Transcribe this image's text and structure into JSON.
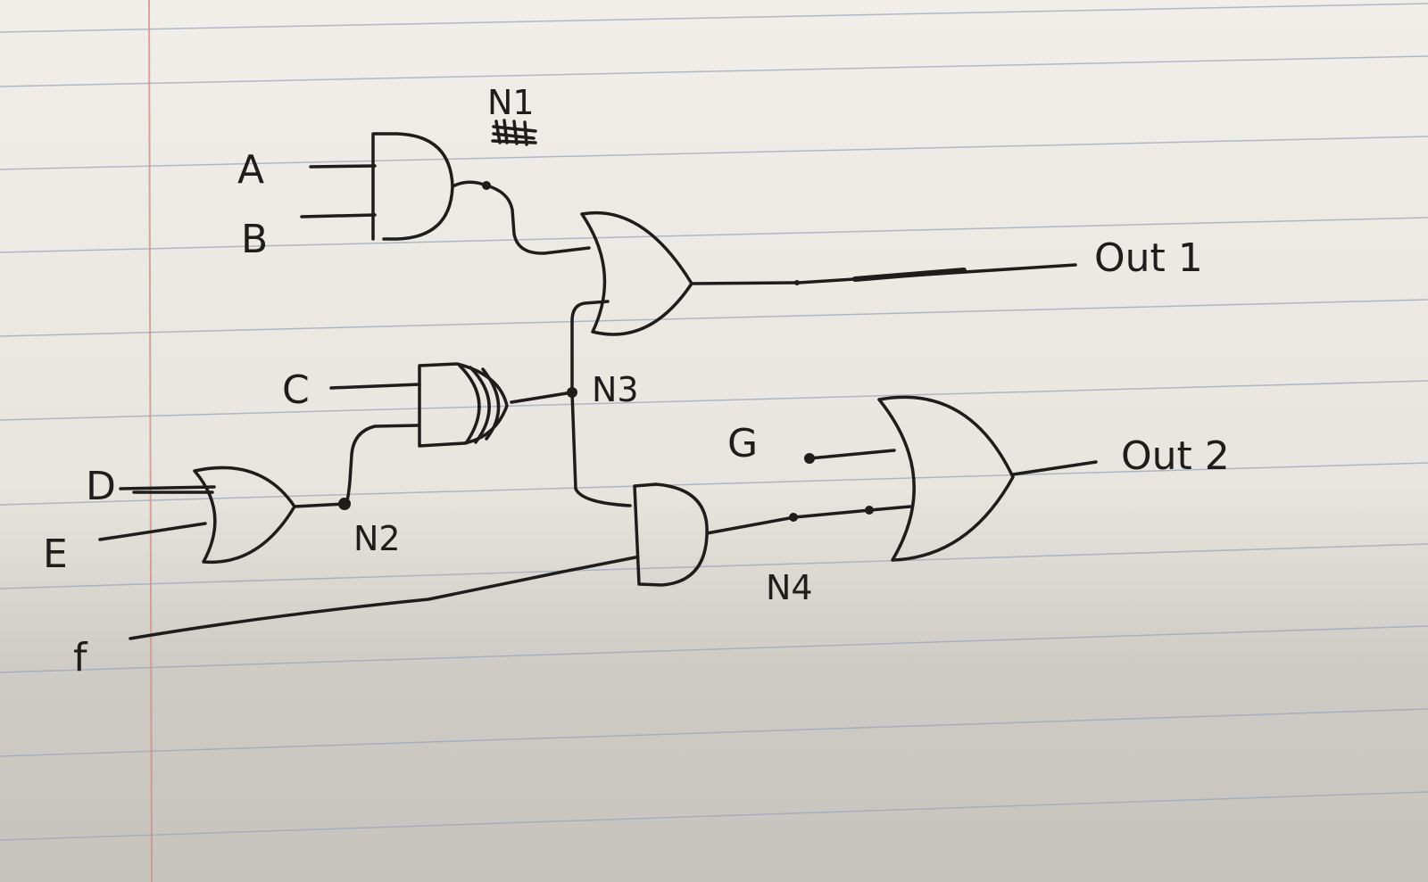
{
  "inputs": {
    "a": "A",
    "b": "B",
    "c": "C",
    "d": "D",
    "e": "E",
    "f": "f",
    "g": "G"
  },
  "nodes": {
    "n1": "N1",
    "n2": "N2",
    "n3": "N3",
    "n4": "N4"
  },
  "outputs": {
    "out1": "Out 1",
    "out2": "Out 2"
  },
  "gates": [
    {
      "id": "and-ab",
      "type": "AND",
      "inputs": [
        "A",
        "B"
      ],
      "output": "N1"
    },
    {
      "id": "or-de",
      "type": "OR",
      "inputs": [
        "D",
        "E"
      ],
      "output": "N2"
    },
    {
      "id": "xor-c-n2",
      "type": "XOR",
      "inputs": [
        "C",
        "N2"
      ],
      "output": "N3"
    },
    {
      "id": "or-n1-n3",
      "type": "OR",
      "inputs": [
        "N1",
        "N3"
      ],
      "output": "Out 1"
    },
    {
      "id": "and-n3-f",
      "type": "AND",
      "inputs": [
        "N3",
        "f"
      ],
      "output": "N4"
    },
    {
      "id": "or-g-n4",
      "type": "OR",
      "inputs": [
        "G",
        "N4"
      ],
      "output": "Out 2"
    }
  ],
  "colors": {
    "paper": "#efece6",
    "rule_line": "#9aa3b5",
    "margin_line": "#d28b8b",
    "ink": "#1f1d1c"
  }
}
